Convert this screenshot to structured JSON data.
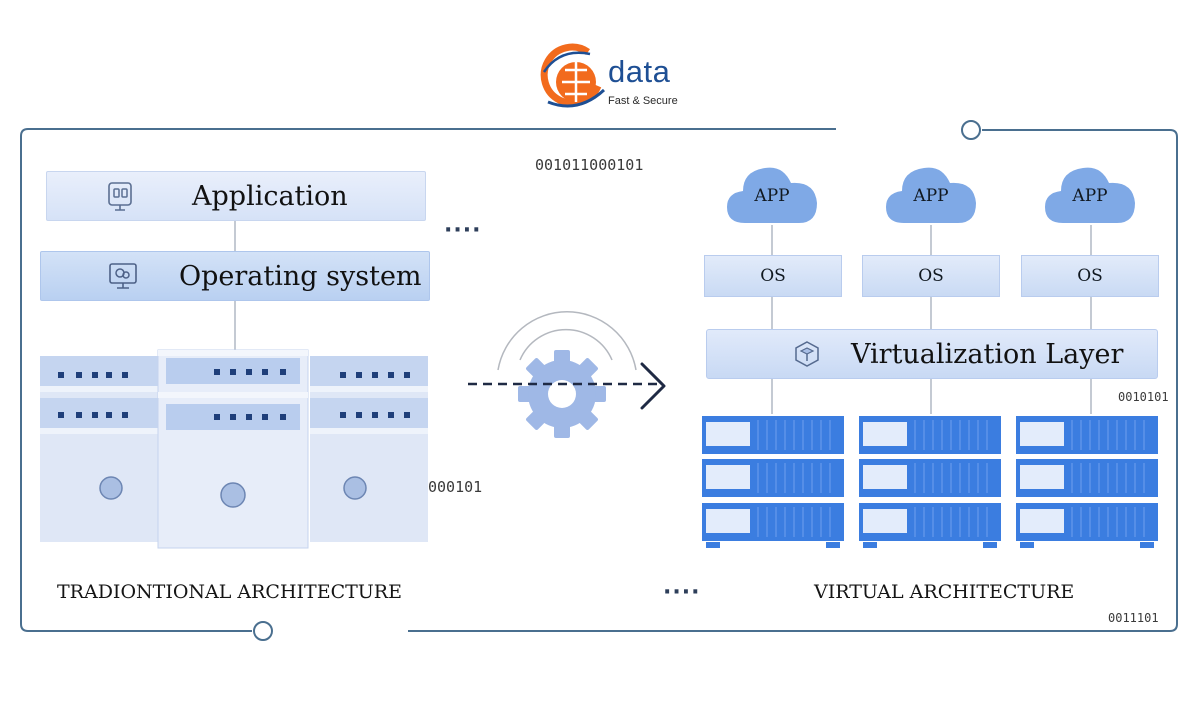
{
  "logo": {
    "wordmark": "data",
    "tagline": "Fast & Secure",
    "icon": "globe-g-icon",
    "colors": {
      "orange": "#f26b1d",
      "blue": "#1e4f94"
    }
  },
  "traditional": {
    "layers": [
      {
        "label": "Application",
        "icon": "application-icon"
      },
      {
        "label": "Operating system",
        "icon": "monitor-icon"
      }
    ],
    "hardware": "server-rack-icon",
    "caption": "TRADIONTIONAL ARCHITECTURE"
  },
  "transition": {
    "icon": "gear-icon",
    "arrow": "arrow-right-icon"
  },
  "virtual": {
    "apps": [
      "APP",
      "APP",
      "APP"
    ],
    "os": [
      "OS",
      "OS",
      "OS"
    ],
    "layer": {
      "label": "Virtualization Layer",
      "icon": "virtualization-icon"
    },
    "hardware": "server-stack-icon",
    "caption": "VIRTUAL ARCHITECTURE"
  },
  "decor": {
    "binary_top": "001011000101",
    "binary_left": "000101",
    "binary_right_top": "0010101",
    "binary_right_bottom": "0011101",
    "dots": "····"
  },
  "colors": {
    "frame": "#4a6f8f",
    "cloud": "#7fa9e6",
    "server_blue": "#3b7de0",
    "pale_blue": "#d3e2f7"
  }
}
